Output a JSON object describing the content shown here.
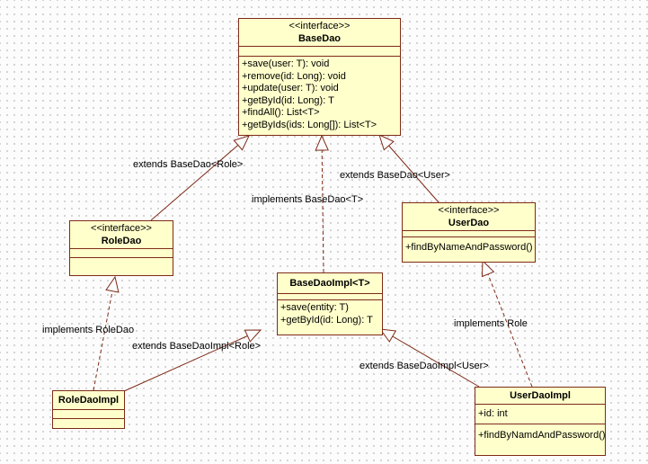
{
  "diagram": {
    "colors": {
      "node_fill": "#ffffcc",
      "line_and_border": "#7e2b18",
      "background": "#fcfcfc",
      "background_dots": "#c7c7c7",
      "text": "#000000"
    },
    "nodes": {
      "base_dao": {
        "stereotype": "<<interface>>",
        "name": "BaseDao",
        "methods": [
          "+save(user: T): void",
          "+remove(id: Long): void",
          "+update(user: T): void",
          "+getById(id: Long): T",
          "+findAll(): List<T>",
          "+getByIds(ids: Long[]): List<T>"
        ]
      },
      "role_dao": {
        "stereotype": "<<interface>>",
        "name": "RoleDao"
      },
      "user_dao": {
        "stereotype": "<<interface>>",
        "name": "UserDao",
        "methods": [
          "+findByNameAndPassword()"
        ]
      },
      "base_dao_impl": {
        "name": "BaseDaoImpl<T>",
        "methods": [
          "+save(entity: T)",
          "+getById(id: Long): T"
        ]
      },
      "role_dao_impl": {
        "name": "RoleDaoImpl"
      },
      "user_dao_impl": {
        "name": "UserDaoImpl",
        "attributes": [
          "+id: int"
        ],
        "methods": [
          "+findByNamdAndPassword()"
        ]
      }
    },
    "edge_labels": {
      "role_dao_extends_base_dao": "extends BaseDao<Role>",
      "base_dao_impl_implements_base_dao": "implements BaseDao<T>",
      "user_dao_extends_base_dao": "extends BaseDao<User>",
      "role_dao_impl_implements_role_dao": "implements RoleDao",
      "role_dao_impl_extends_base_dao_impl": "extends BaseDaoImpl<Role>",
      "user_dao_impl_implements_role": "implements Role",
      "user_dao_impl_extends_base_dao_impl": "extends BaseDaoImpl<User>"
    }
  }
}
